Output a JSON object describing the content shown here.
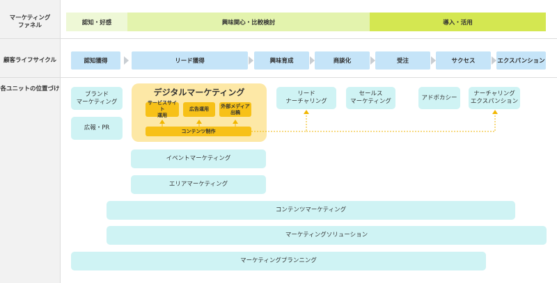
{
  "row_labels": {
    "funnel": "マーケティング\nファネル",
    "lifecycle": "顧客ライフサイクル",
    "units": "各ユニットの位置づけ"
  },
  "funnel_stages": [
    {
      "label": "認知・好感",
      "color": "#eef8d6"
    },
    {
      "label": "興味関心・比較検討",
      "color": "#e3f3ad"
    },
    {
      "label": "導入・活用",
      "color": "#d4e751"
    }
  ],
  "lifecycle_stages": [
    "認知獲得",
    "リード獲得",
    "興味育成",
    "商談化",
    "受注",
    "サクセス",
    "エクスパンション"
  ],
  "units": {
    "brand_marketing": "ブランド\nマーケティング",
    "pr": "広報・PR",
    "digital_marketing": {
      "title": "デジタルマーケティング",
      "service_site": "サービスサイト\n運用",
      "ads": "広告運用",
      "external_media": "外部メディア\n出稿",
      "content_production": "コンテンツ制作"
    },
    "lead_nurturing": "リード\nナーチャリング",
    "sales_marketing": "セールス\nマーケティング",
    "advocacy": "アドボカシー",
    "nurturing_expansion": "ナーチャリング\nエクスパンション",
    "event_marketing": "イベントマーケティング",
    "area_marketing": "エリアマーケティング",
    "content_marketing": "コンテンツマーケティング",
    "marketing_solution": "マーケティングソリューション",
    "marketing_planning": "マーケティングプランニング"
  },
  "colors": {
    "label_bg": "#f2f2f2",
    "stage_blue": "#c5e4f8",
    "unit_cyan": "#cff3f4",
    "digital_panel": "#fde8a6",
    "digital_box": "#f7c118",
    "connector": "#f2b600"
  }
}
